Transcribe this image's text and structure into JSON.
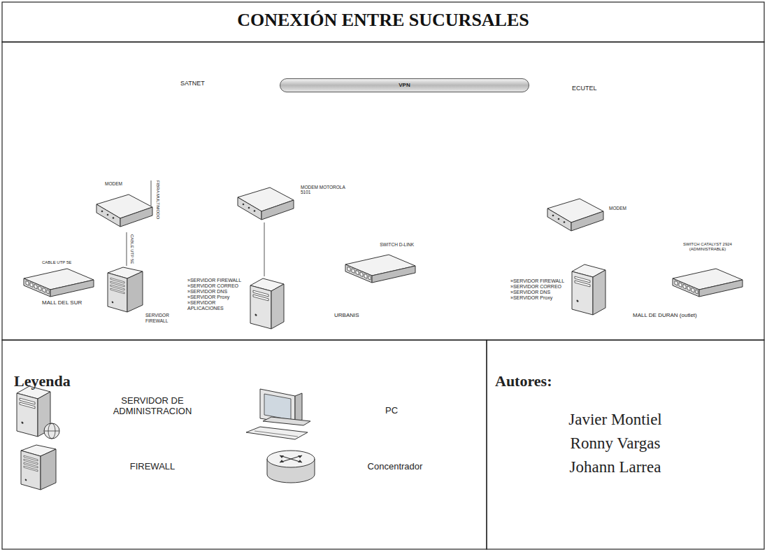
{
  "diagram": {
    "title": "CONEXIÓN ENTRE SUCURSALES",
    "nodes": [
      {
        "text": [
          "VPN"
        ]
      },
      {
        "text": [
          "MODEM"
        ]
      },
      {
        "text": [
          "SERVIDOR FIREWALL"
        ]
      },
      {
        "text": [
          "MODEM MOTOROLA 5101"
        ]
      },
      {
        "text": [
          "»SERVIDOR FIREWALL",
          "»SERVIDOR CORREO",
          "»SERVIDOR DNS",
          "»SERVIDOR Proxy",
          "»SERVIDOR APLICACIONES"
        ]
      },
      {
        "text": [
          "SWITCH D-LINK"
        ]
      },
      {
        "text": [
          "MODEM"
        ]
      },
      {
        "text": [
          "»SERVIDOR FIREWALL",
          "»SERVIDOR CORREO",
          "»SERVIDOR DNS",
          "»SERVIDOR Proxy"
        ]
      },
      {
        "text": [
          "SWITCH CATALYST 2924 (ADMINISTRABLE)"
        ]
      }
    ],
    "edges": [
      {
        "from": 1,
        "to": 2,
        "arrow": "none",
        "label": "CABLE UTP 5E"
      },
      {
        "from": 3,
        "to": 4,
        "arrow": "none"
      }
    ],
    "labels": [
      "SATNET",
      "ECUTEL",
      "FIBRA MULTIMODO",
      "CABLE UTP 5E",
      "MALL DEL SUR",
      "URBANIS",
      "MALL DE DURAN (outlet)",
      "Leyenda",
      "Autores:",
      "Javier Montiel",
      "Ronny Vargas",
      "Johann Larrea"
    ],
    "legend": [
      {
        "text": "SERVIDOR DE ADMINISTRACION"
      },
      {
        "text": "PC"
      },
      {
        "text": "FIREWALL"
      },
      {
        "text": "Concentrador"
      }
    ]
  }
}
